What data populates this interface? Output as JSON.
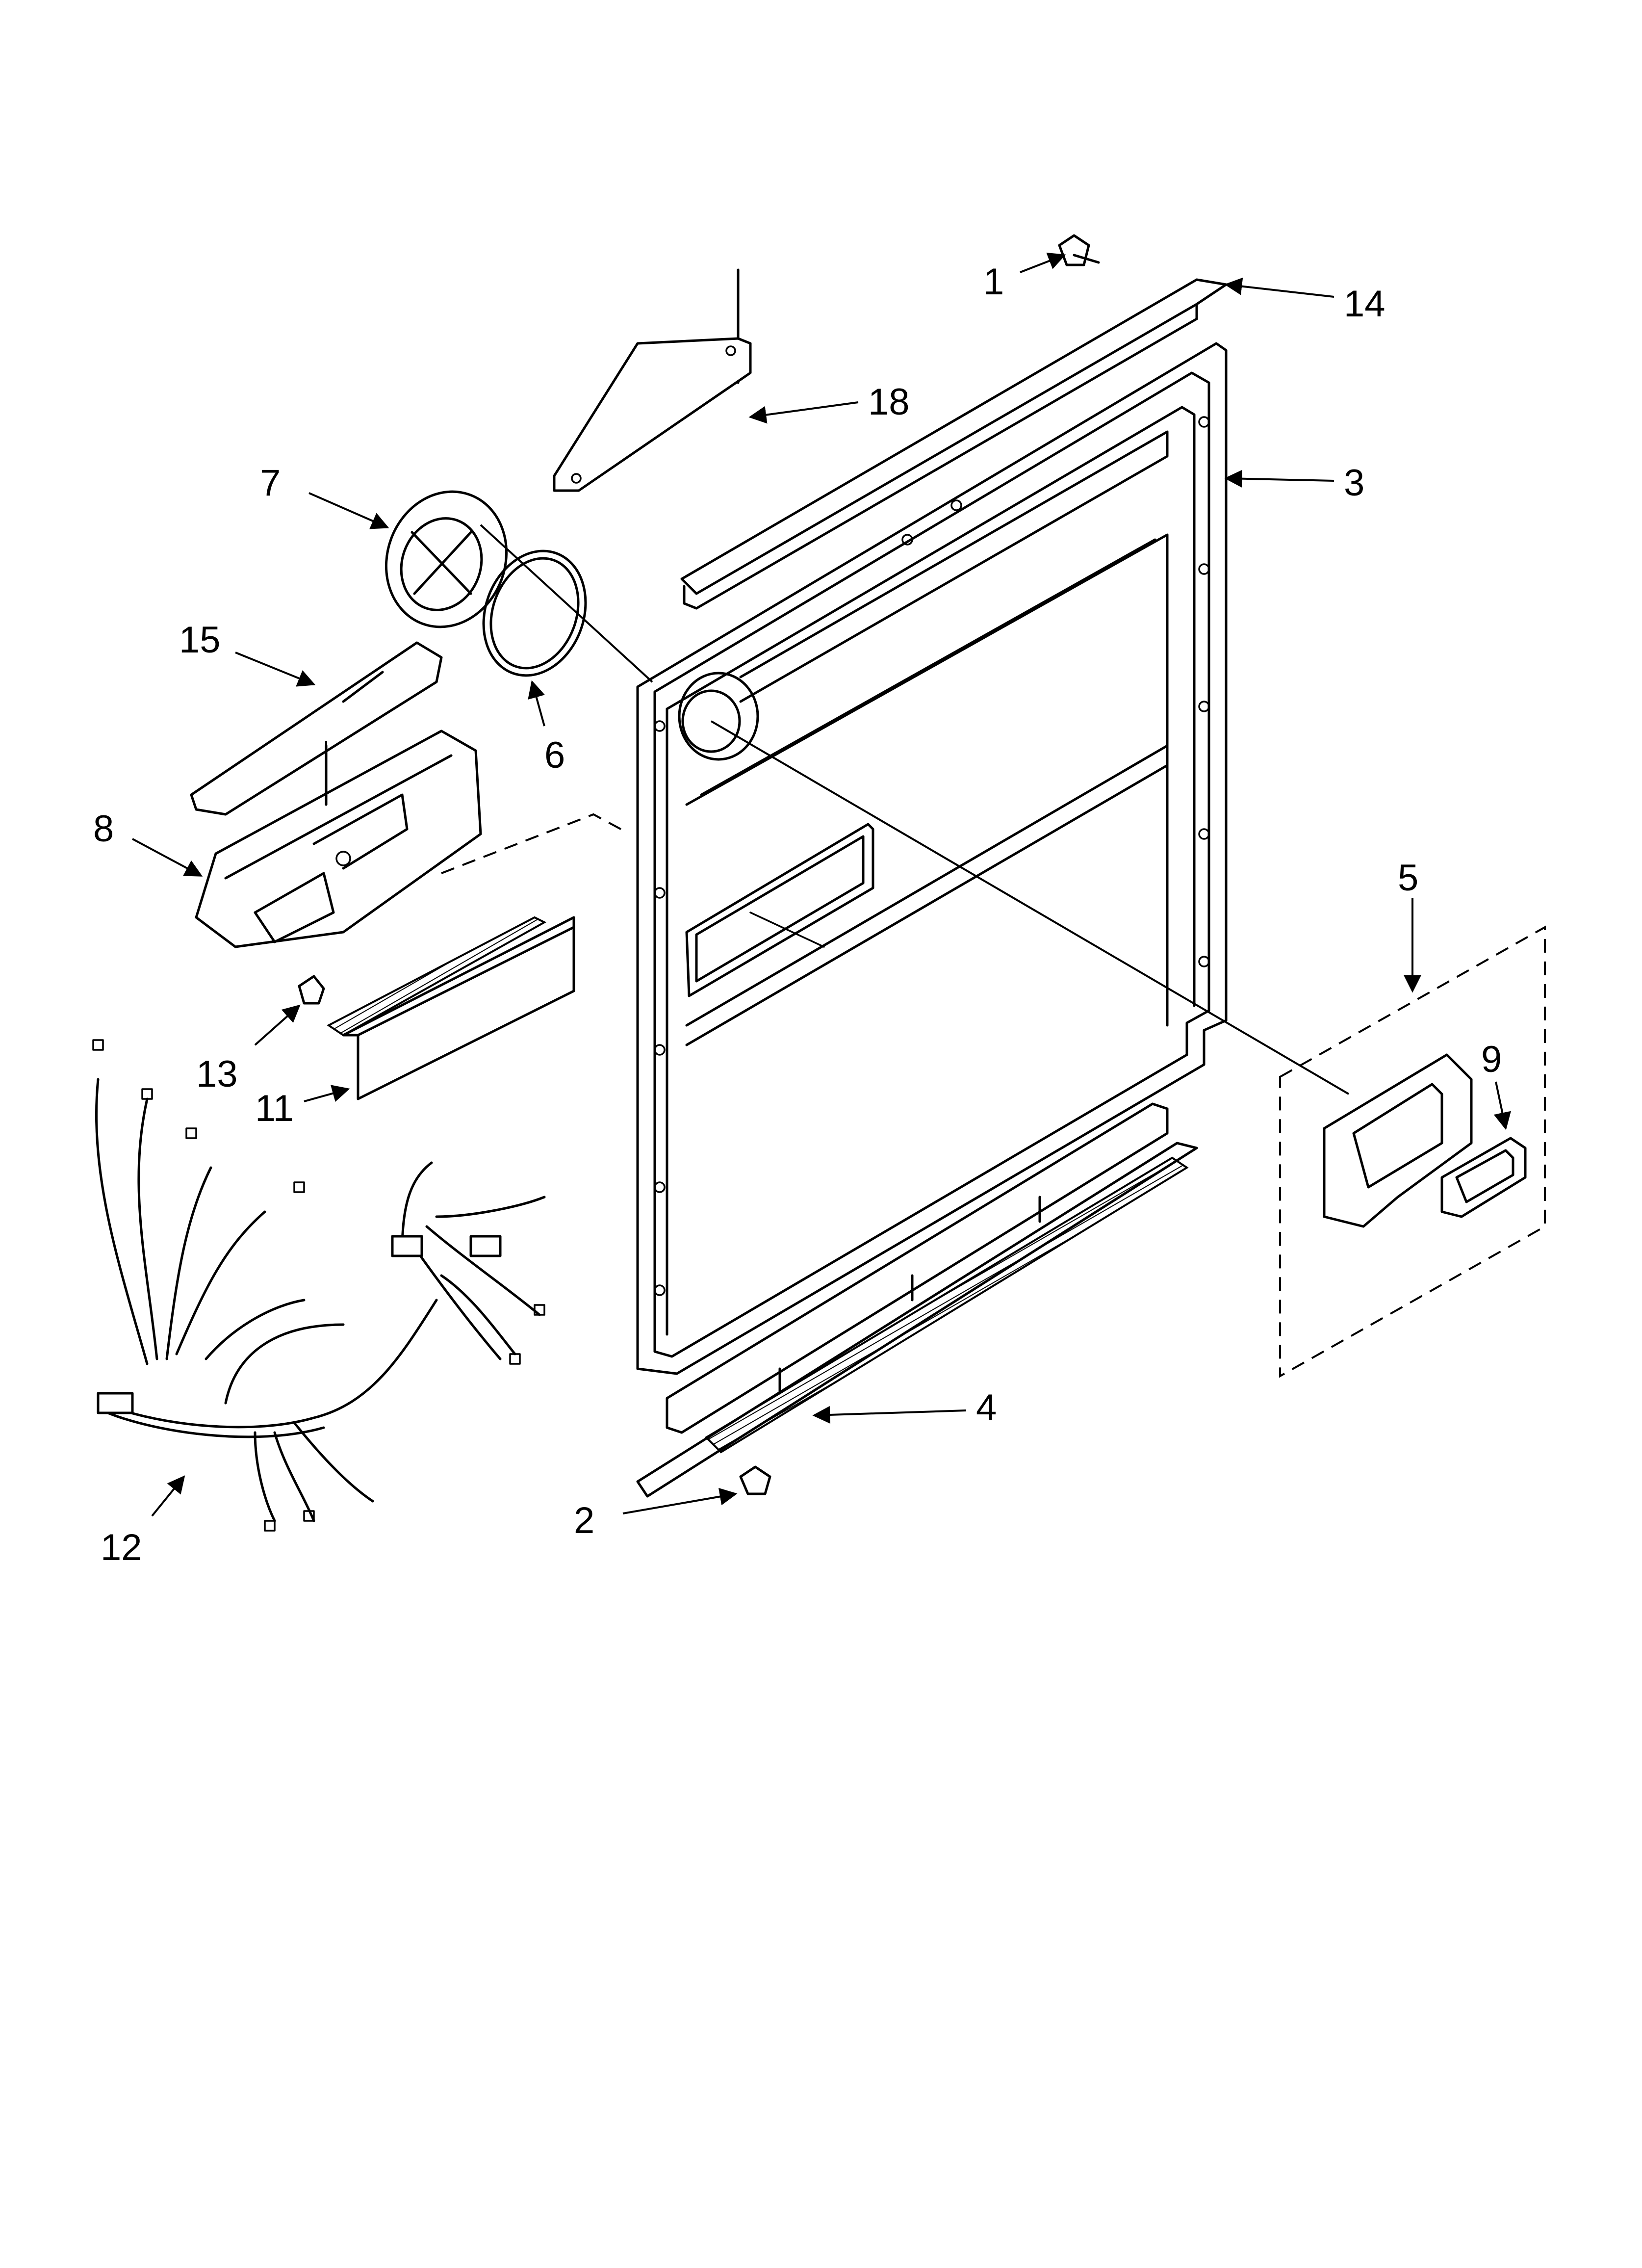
{
  "diagram": {
    "callouts": [
      {
        "id": "c1",
        "label": "1"
      },
      {
        "id": "c2",
        "label": "2"
      },
      {
        "id": "c3",
        "label": "3"
      },
      {
        "id": "c4",
        "label": "4"
      },
      {
        "id": "c5",
        "label": "5"
      },
      {
        "id": "c6",
        "label": "6"
      },
      {
        "id": "c7",
        "label": "7"
      },
      {
        "id": "c8",
        "label": "8"
      },
      {
        "id": "c9",
        "label": "9"
      },
      {
        "id": "c11",
        "label": "11"
      },
      {
        "id": "c12",
        "label": "12"
      },
      {
        "id": "c13",
        "label": "13"
      },
      {
        "id": "c14",
        "label": "14"
      },
      {
        "id": "c15",
        "label": "15"
      },
      {
        "id": "c18",
        "label": "18"
      }
    ]
  }
}
